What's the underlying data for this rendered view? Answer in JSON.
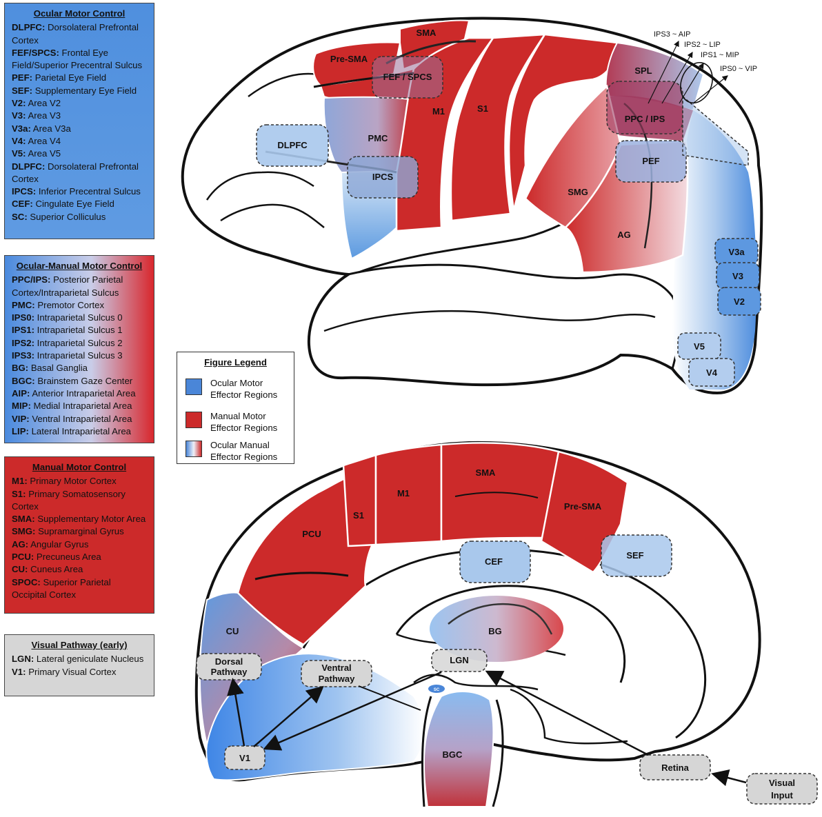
{
  "panels": {
    "ocular": {
      "title": "Ocular Motor Control",
      "items": [
        {
          "abbr": "DLPFC:",
          "desc": "Dorsolateral Prefrontal Cortex"
        },
        {
          "abbr": "FEF/SPCS:",
          "desc": "Frontal Eye Field/Superior Precentral Sulcus"
        },
        {
          "abbr": "PEF:",
          "desc": "Parietal Eye Field"
        },
        {
          "abbr": "SEF:",
          "desc": "Supplementary Eye Field"
        },
        {
          "abbr": "V2:",
          "desc": "Area V2"
        },
        {
          "abbr": "V3:",
          "desc": "Area V3"
        },
        {
          "abbr": "V3a:",
          "desc": "Area V3a"
        },
        {
          "abbr": "V4:",
          "desc": "Area V4"
        },
        {
          "abbr": "V5:",
          "desc": "Area V5"
        },
        {
          "abbr": "DLPFC:",
          "desc": "Dorsolateral Prefrontal Cortex"
        },
        {
          "abbr": "IPCS:",
          "desc": "Inferior Precentral Sulcus"
        },
        {
          "abbr": "CEF:",
          "desc": "Cingulate Eye Field"
        },
        {
          "abbr": "SC:",
          "desc": "Superior Colliculus"
        }
      ]
    },
    "ocular_manual": {
      "title": "Ocular-Manual Motor Control",
      "items": [
        {
          "abbr": "PPC/IPS:",
          "desc": "Posterior Parietal Cortex/Intraparietal Sulcus"
        },
        {
          "abbr": "PMC:",
          "desc": "Premotor Cortex"
        },
        {
          "abbr": "IPS0:",
          "desc": "Intraparietal Sulcus 0"
        },
        {
          "abbr": "IPS1:",
          "desc": "Intraparietal Sulcus 1"
        },
        {
          "abbr": "IPS2:",
          "desc": "Intraparietal Sulcus 2"
        },
        {
          "abbr": "IPS3:",
          "desc": "Intraparietal Sulcus 3"
        },
        {
          "abbr": "BG:",
          "desc": "Basal Ganglia"
        },
        {
          "abbr": "BGC:",
          "desc": "Brainstem Gaze Center"
        },
        {
          "abbr": "AIP:",
          "desc": "Anterior Intraparietal Area"
        },
        {
          "abbr": "MIP:",
          "desc": "Medial Intraparietal Area"
        },
        {
          "abbr": "VIP:",
          "desc": "Ventral Intraparietal Area"
        },
        {
          "abbr": "LIP:",
          "desc": "Lateral Intraparietal Area"
        }
      ]
    },
    "manual": {
      "title": "Manual Motor Control",
      "items": [
        {
          "abbr": "M1:",
          "desc": "Primary Motor Cortex"
        },
        {
          "abbr": "S1:",
          "desc": "Primary Somatosensory Cortex"
        },
        {
          "abbr": "SMA:",
          "desc": "Supplementary Motor Area"
        },
        {
          "abbr": "SMG:",
          "desc": "Supramarginal Gyrus"
        },
        {
          "abbr": "AG:",
          "desc": "Angular Gyrus"
        },
        {
          "abbr": "PCU:",
          "desc": "Precuneus Area"
        },
        {
          "abbr": "CU:",
          "desc": "Cuneus Area"
        },
        {
          "abbr": "SPOC:",
          "desc": "Superior Parietal Occipital Cortex"
        }
      ]
    },
    "visual": {
      "title": "Visual Pathway (early)",
      "items": [
        {
          "abbr": "LGN:",
          "desc": "Lateral geniculate Nucleus"
        },
        {
          "abbr": "V1:",
          "desc": "Primary Visual Cortex"
        }
      ]
    }
  },
  "legend": {
    "title": "Figure Legend",
    "entries": [
      {
        "label": "Ocular Motor Effector Regions",
        "color": "#4a86d8"
      },
      {
        "label": "Manual Motor Effector Regions",
        "color": "#cc2a2a"
      },
      {
        "label": "Ocular Manual Effector Regions",
        "color": "gradient"
      }
    ]
  },
  "colors": {
    "ocular": "#4a86d8",
    "manual": "#cc2a2a",
    "light_blue": "#a9c8ec",
    "visual_grey": "#d6d6d6"
  },
  "lateral_view": {
    "regions": {
      "pre_sma": "Pre-SMA",
      "sma": "SMA",
      "fef": "FEF / SPCS",
      "m1": "M1",
      "s1": "S1",
      "pmc": "PMC",
      "dlpfc": "DLPFC",
      "ipcs": "IPCS",
      "spl": "SPL",
      "ppc": "PPC / IPS",
      "pef": "PEF",
      "smg": "SMG",
      "ag": "AG",
      "v3a": "V3a",
      "v3": "V3",
      "v2": "V2",
      "v5": "V5",
      "v4": "V4"
    },
    "ips_labels": [
      "IPS3 ~ AIP",
      "IPS2 ~ LIP",
      "IPS1 ~ MIP",
      "IPS0 ~ VIP"
    ]
  },
  "medial_view": {
    "regions": {
      "s1": "S1",
      "m1": "M1",
      "sma": "SMA",
      "pre_sma": "Pre-SMA",
      "pcu": "PCU",
      "cef": "CEF",
      "sef": "SEF",
      "cu": "CU",
      "bg": "BG",
      "lgn": "LGN",
      "sc": "SC",
      "bgc": "BGC",
      "v1": "V1",
      "retina": "Retina"
    },
    "dorsal": [
      "Dorsal",
      "Pathway"
    ],
    "ventral": [
      "Ventral",
      "Pathway"
    ],
    "visual_input": [
      "Visual",
      "Input"
    ]
  }
}
